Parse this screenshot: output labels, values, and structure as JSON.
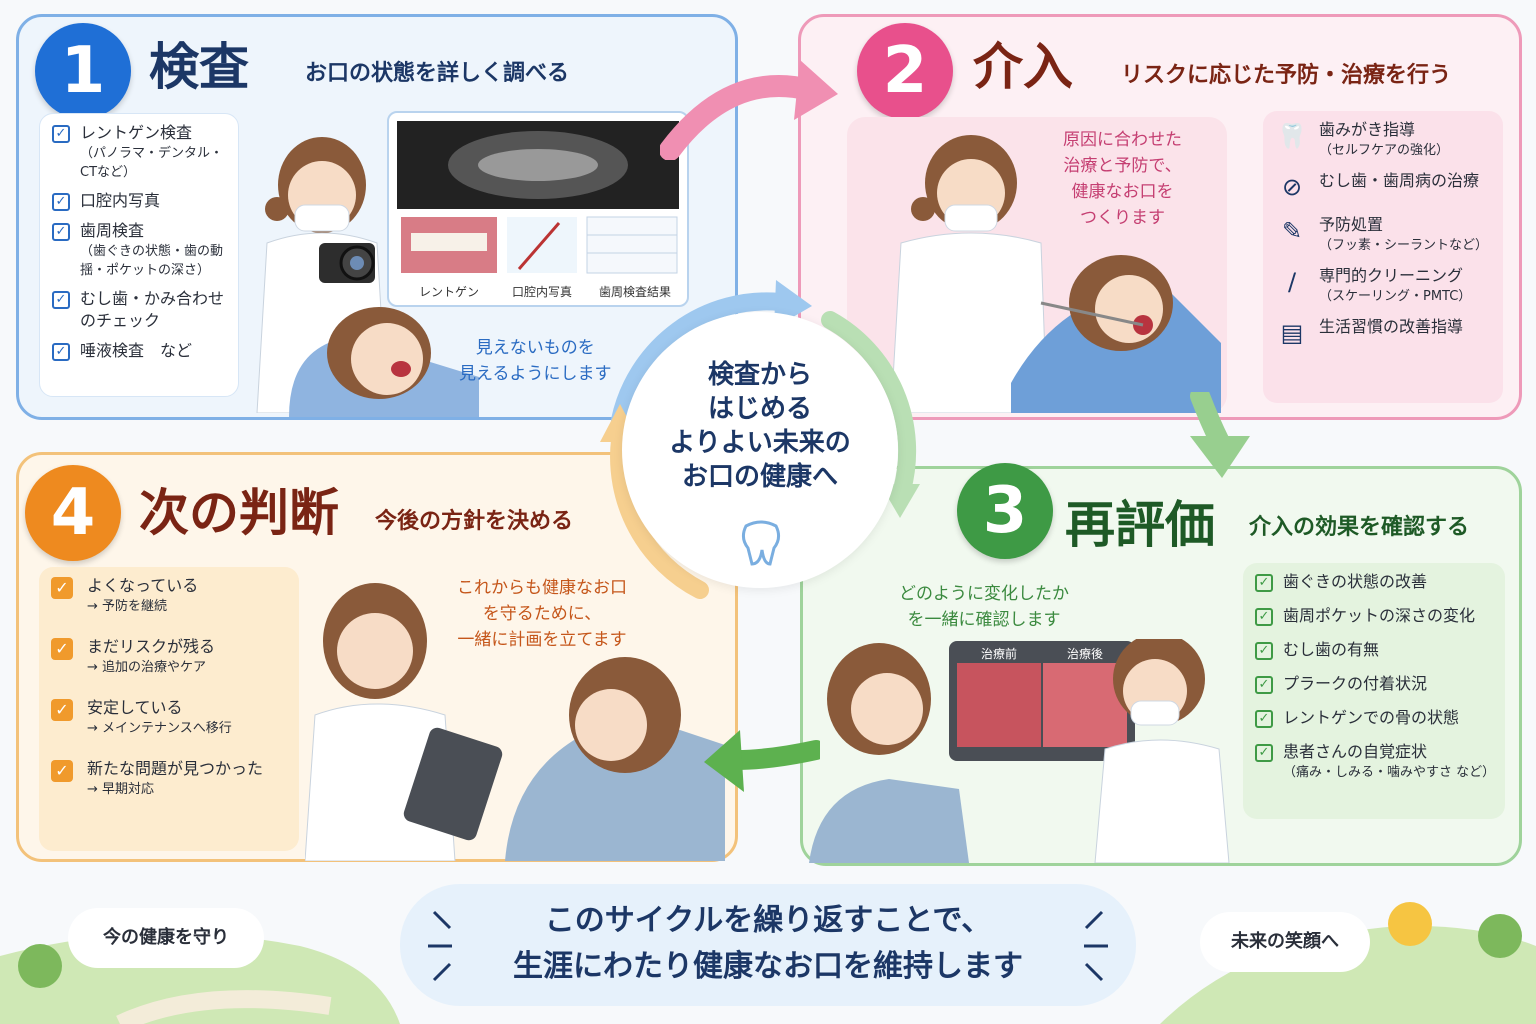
{
  "colors": {
    "blue": "#1f6fd6",
    "pink": "#e8508c",
    "green": "#3e9a45",
    "orange": "#ee8a1f",
    "navy": "#1c3766",
    "maroon": "#7a2414"
  },
  "step1": {
    "number": "1",
    "title": "検査",
    "subtitle": "お口の状態を詳しく調べる",
    "items": [
      {
        "main": "レントゲン検査",
        "sub": "（パノラマ・デンタル・CTなど）"
      },
      {
        "main": "口腔内写真",
        "sub": ""
      },
      {
        "main": "歯周検査",
        "sub": "（歯ぐきの状態・歯の動揺・ポケットの深さ）"
      },
      {
        "main": "むし歯・かみ合わせのチェック",
        "sub": ""
      },
      {
        "main": "唾液検査　など",
        "sub": ""
      }
    ],
    "captions": [
      "レントゲン",
      "口腔内写真",
      "歯周検査結果"
    ],
    "handwriting": [
      "見えないものを",
      "見えるようにします"
    ]
  },
  "step2": {
    "number": "2",
    "title": "介入",
    "subtitle": "リスクに応じた予防・治療を行う",
    "items": [
      {
        "icon": "tooth-icon",
        "main": "歯みがき指導",
        "sub": "（セルフケアの強化）"
      },
      {
        "icon": "no-bacteria-icon",
        "main": "むし歯・歯周病の治療",
        "sub": ""
      },
      {
        "icon": "syringe-icon",
        "main": "予防処置",
        "sub": "（フッ素・シーラントなど）"
      },
      {
        "icon": "toothbrush-icon",
        "main": "専門的クリーニング",
        "sub": "（スケーリング・PMTC）"
      },
      {
        "icon": "document-icon",
        "main": "生活習慣の改善指導",
        "sub": ""
      }
    ],
    "handwriting": [
      "原因に合わせた",
      "治療と予防で、",
      "健康なお口を",
      "つくります"
    ]
  },
  "step3": {
    "number": "3",
    "title": "再評価",
    "subtitle": "介入の効果を確認する",
    "items": [
      {
        "main": "歯ぐきの状態の改善",
        "sub": ""
      },
      {
        "main": "歯周ポケットの深さの変化",
        "sub": ""
      },
      {
        "main": "むし歯の有無",
        "sub": ""
      },
      {
        "main": "プラークの付着状況",
        "sub": ""
      },
      {
        "main": "レントゲンでの骨の状態",
        "sub": ""
      },
      {
        "main": "患者さんの自覚症状",
        "sub": "（痛み・しみる・噛みやすさ など）"
      }
    ],
    "monitor": {
      "before": "治療前",
      "after": "治療後"
    },
    "handwriting": [
      "どのように変化したか",
      "を一緒に確認します"
    ]
  },
  "step4": {
    "number": "4",
    "title": "次の判断",
    "subtitle": "今後の方針を決める",
    "items": [
      {
        "main": "よくなっている",
        "sub": "→ 予防を継続"
      },
      {
        "main": "まだリスクが残る",
        "sub": "→ 追加の治療やケア"
      },
      {
        "main": "安定している",
        "sub": "→ メインテナンスへ移行"
      },
      {
        "main": "新たな問題が見つかった",
        "sub": "→ 早期対応"
      }
    ],
    "handwriting": [
      "これからも健康なお口",
      "を守るために、",
      "一緒に計画を立てます"
    ]
  },
  "center": {
    "lines": [
      "検査から",
      "はじめる",
      "よりよい未来の",
      "お口の健康へ"
    ]
  },
  "bottom": {
    "left": "今の健康を守り",
    "right": "未来の笑顔へ",
    "main": [
      "このサイクルを繰り返すことで、",
      "生涯にわたり健康なお口を維持します"
    ]
  }
}
